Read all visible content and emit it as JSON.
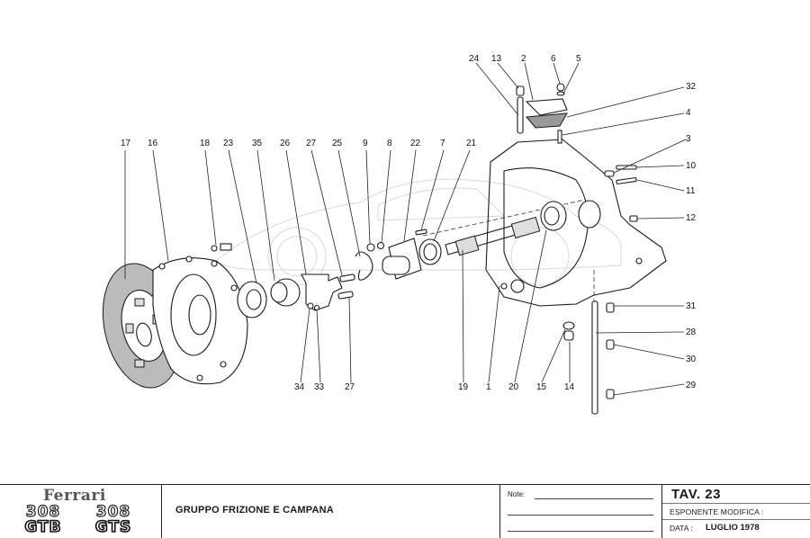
{
  "sheet": {
    "brand": "Ferrari",
    "models": [
      {
        "number": "308",
        "version": "GTB"
      },
      {
        "number": "308",
        "version": "GTS"
      }
    ],
    "group_title": "GRUPPO FRIZIONE E CAMPANA",
    "notes_label": "Note:",
    "table_number": "TAV. 23",
    "modification_label": "ESPONENTE  MODIFICA :",
    "modification_value": "",
    "date_label": "DATA :",
    "date_value": "LUGLIO 1978"
  },
  "diagram": {
    "subject": "exploded view — clutch and bell housing",
    "callouts": [
      {
        "id": "c24",
        "label": "24"
      },
      {
        "id": "c13",
        "label": "13"
      },
      {
        "id": "c2",
        "label": "2"
      },
      {
        "id": "c6",
        "label": "6"
      },
      {
        "id": "c5",
        "label": "5"
      },
      {
        "id": "c32",
        "label": "32"
      },
      {
        "id": "c4",
        "label": "4"
      },
      {
        "id": "c3",
        "label": "3"
      },
      {
        "id": "c10",
        "label": "10"
      },
      {
        "id": "c11",
        "label": "11"
      },
      {
        "id": "c12",
        "label": "12"
      },
      {
        "id": "c17",
        "label": "17"
      },
      {
        "id": "c16",
        "label": "16"
      },
      {
        "id": "c18",
        "label": "18"
      },
      {
        "id": "c23",
        "label": "23"
      },
      {
        "id": "c35",
        "label": "35"
      },
      {
        "id": "c26",
        "label": "26"
      },
      {
        "id": "c27a",
        "label": "27"
      },
      {
        "id": "c25",
        "label": "25"
      },
      {
        "id": "c9",
        "label": "9"
      },
      {
        "id": "c8",
        "label": "8"
      },
      {
        "id": "c22",
        "label": "22"
      },
      {
        "id": "c7",
        "label": "7"
      },
      {
        "id": "c21",
        "label": "21"
      },
      {
        "id": "c31",
        "label": "31"
      },
      {
        "id": "c28",
        "label": "28"
      },
      {
        "id": "c30",
        "label": "30"
      },
      {
        "id": "c29",
        "label": "29"
      },
      {
        "id": "c34",
        "label": "34"
      },
      {
        "id": "c33",
        "label": "33"
      },
      {
        "id": "c27b",
        "label": "27"
      },
      {
        "id": "c19",
        "label": "19"
      },
      {
        "id": "c1",
        "label": "1"
      },
      {
        "id": "c20",
        "label": "20"
      },
      {
        "id": "c15",
        "label": "15"
      },
      {
        "id": "c14",
        "label": "14"
      }
    ]
  }
}
